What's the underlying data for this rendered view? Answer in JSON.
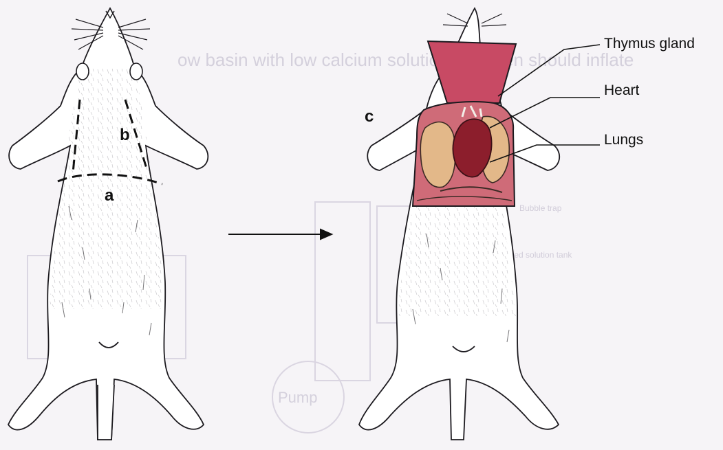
{
  "labels": {
    "incision_a": "a",
    "incision_b": "b",
    "panel_c": "c",
    "thymus": "Thymus gland",
    "heart": "Heart",
    "lungs": "Lungs"
  },
  "bleed_through": {
    "top_line": "ow basin with low calcium solution and then should inflate",
    "pump": "Pump",
    "bubble_trap": "Bubble trap",
    "solution_tank": "Heated solution tank"
  },
  "colors": {
    "thymus": "#c84a64",
    "heart": "#8c1e2c",
    "lungs": "#e3b889",
    "thorax": "#cf6b78",
    "background": "#f6f4f7"
  }
}
